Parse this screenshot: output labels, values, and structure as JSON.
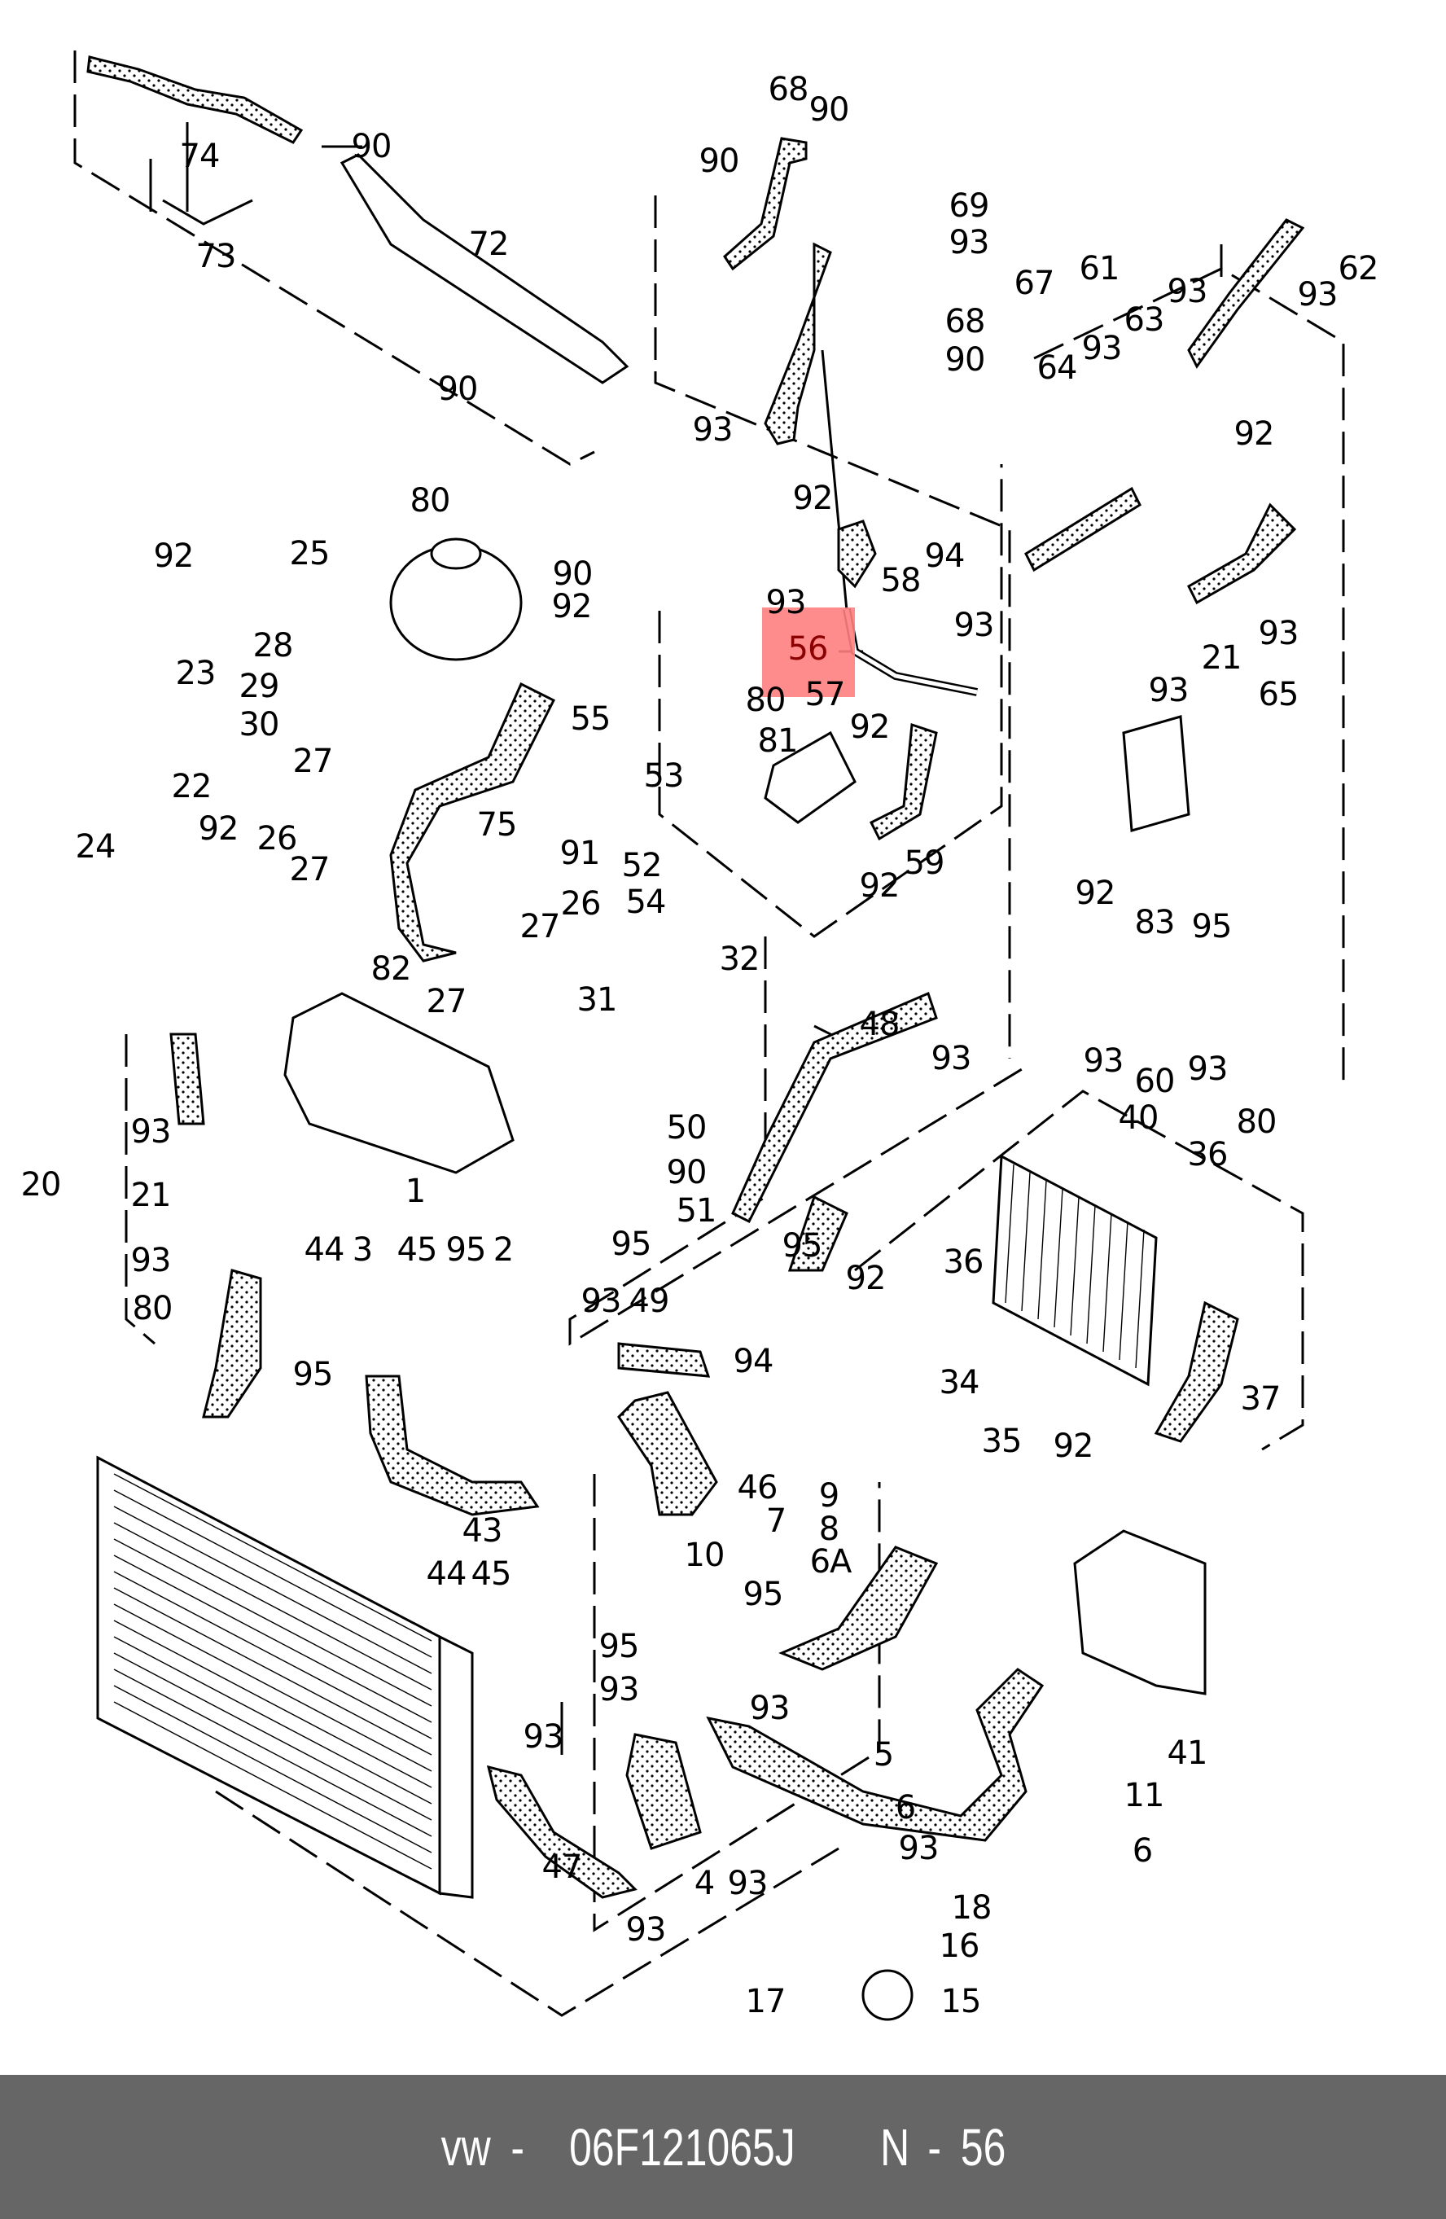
{
  "highlight": {
    "callout": "56",
    "color": "#ff7f7f"
  },
  "footer": {
    "brand": "vw",
    "dash1": "-",
    "part_number": "06F121065J",
    "ref_prefix": "N",
    "dash2": "-",
    "ref_number": "56",
    "background": "#666666",
    "text_color": "#ffffff"
  },
  "callouts": [
    {
      "id": "c90a",
      "text": "90"
    },
    {
      "id": "c74",
      "text": "74"
    },
    {
      "id": "c73",
      "text": "73"
    },
    {
      "id": "c72",
      "text": "72"
    },
    {
      "id": "c90b",
      "text": "90"
    },
    {
      "id": "c68a",
      "text": "68"
    },
    {
      "id": "c90c",
      "text": "90"
    },
    {
      "id": "c90d",
      "text": "90"
    },
    {
      "id": "c69",
      "text": "69"
    },
    {
      "id": "c93a",
      "text": "93"
    },
    {
      "id": "c67",
      "text": "67"
    },
    {
      "id": "c68b",
      "text": "68"
    },
    {
      "id": "c90e",
      "text": "90"
    },
    {
      "id": "c93b",
      "text": "93"
    },
    {
      "id": "c92a",
      "text": "92"
    },
    {
      "id": "c61",
      "text": "61"
    },
    {
      "id": "c62",
      "text": "62"
    },
    {
      "id": "c93c",
      "text": "93"
    },
    {
      "id": "c93d",
      "text": "93"
    },
    {
      "id": "c63",
      "text": "63"
    },
    {
      "id": "c93e",
      "text": "93"
    },
    {
      "id": "c64",
      "text": "64"
    },
    {
      "id": "c92b",
      "text": "92"
    },
    {
      "id": "c80a",
      "text": "80"
    },
    {
      "id": "c90f",
      "text": "90"
    },
    {
      "id": "c92c",
      "text": "92"
    },
    {
      "id": "c25",
      "text": "25"
    },
    {
      "id": "c94a",
      "text": "94"
    },
    {
      "id": "c58",
      "text": "58"
    },
    {
      "id": "c93f",
      "text": "93"
    },
    {
      "id": "c93g",
      "text": "93"
    },
    {
      "id": "c56",
      "text": "56"
    },
    {
      "id": "c57",
      "text": "57"
    },
    {
      "id": "c21a",
      "text": "21"
    },
    {
      "id": "c93h",
      "text": "93"
    },
    {
      "id": "c93i",
      "text": "93"
    },
    {
      "id": "c65",
      "text": "65"
    },
    {
      "id": "c23",
      "text": "23"
    },
    {
      "id": "c28",
      "text": "28"
    },
    {
      "id": "c29",
      "text": "29"
    },
    {
      "id": "c30",
      "text": "30"
    },
    {
      "id": "c92d",
      "text": "92"
    },
    {
      "id": "c80b",
      "text": "80"
    },
    {
      "id": "c55",
      "text": "55"
    },
    {
      "id": "c53",
      "text": "53"
    },
    {
      "id": "c81",
      "text": "81"
    },
    {
      "id": "c92e",
      "text": "92"
    },
    {
      "id": "c22",
      "text": "22"
    },
    {
      "id": "c24",
      "text": "24"
    },
    {
      "id": "c92f",
      "text": "92"
    },
    {
      "id": "c27a",
      "text": "27"
    },
    {
      "id": "c26a",
      "text": "26"
    },
    {
      "id": "c27b",
      "text": "27"
    },
    {
      "id": "c75",
      "text": "75"
    },
    {
      "id": "c91",
      "text": "91"
    },
    {
      "id": "c52",
      "text": "52"
    },
    {
      "id": "c59",
      "text": "59"
    },
    {
      "id": "c92g",
      "text": "92"
    },
    {
      "id": "c92h",
      "text": "92"
    },
    {
      "id": "c83",
      "text": "83"
    },
    {
      "id": "c54",
      "text": "54"
    },
    {
      "id": "c27c",
      "text": "27"
    },
    {
      "id": "c26b",
      "text": "26"
    },
    {
      "id": "c82",
      "text": "82"
    },
    {
      "id": "c27d",
      "text": "27"
    },
    {
      "id": "c31",
      "text": "31"
    },
    {
      "id": "c32",
      "text": "32"
    },
    {
      "id": "c95a",
      "text": "95"
    },
    {
      "id": "c93j",
      "text": "93"
    },
    {
      "id": "c60",
      "text": "60"
    },
    {
      "id": "c93k",
      "text": "93"
    },
    {
      "id": "c80c",
      "text": "80"
    },
    {
      "id": "c48",
      "text": "48"
    },
    {
      "id": "c93l",
      "text": "93"
    },
    {
      "id": "c40",
      "text": "40"
    },
    {
      "id": "c36a",
      "text": "36"
    },
    {
      "id": "c50",
      "text": "50"
    },
    {
      "id": "c90g",
      "text": "90"
    },
    {
      "id": "c51",
      "text": "51"
    },
    {
      "id": "c95b",
      "text": "95"
    },
    {
      "id": "c20",
      "text": "20"
    },
    {
      "id": "c21b",
      "text": "21"
    },
    {
      "id": "c93m",
      "text": "93"
    },
    {
      "id": "c93n",
      "text": "93"
    },
    {
      "id": "c1",
      "text": "1"
    },
    {
      "id": "c44a",
      "text": "44"
    },
    {
      "id": "c3",
      "text": "3"
    },
    {
      "id": "c45a",
      "text": "45"
    },
    {
      "id": "c95c",
      "text": "95"
    },
    {
      "id": "c2",
      "text": "2"
    },
    {
      "id": "c95d",
      "text": "95"
    },
    {
      "id": "c93o",
      "text": "93"
    },
    {
      "id": "c49",
      "text": "49"
    },
    {
      "id": "c94b",
      "text": "94"
    },
    {
      "id": "c92i",
      "text": "92"
    },
    {
      "id": "c36b",
      "text": "36"
    },
    {
      "id": "c95e",
      "text": "95"
    },
    {
      "id": "c34",
      "text": "34"
    },
    {
      "id": "c35",
      "text": "35"
    },
    {
      "id": "c92j",
      "text": "92"
    },
    {
      "id": "c37",
      "text": "37"
    },
    {
      "id": "c80d",
      "text": "80"
    },
    {
      "id": "c46",
      "text": "46"
    },
    {
      "id": "c9",
      "text": "9"
    },
    {
      "id": "c7",
      "text": "7"
    },
    {
      "id": "c8",
      "text": "8"
    },
    {
      "id": "c6A",
      "text": "6A"
    },
    {
      "id": "c43",
      "text": "43"
    },
    {
      "id": "c44b",
      "text": "44"
    },
    {
      "id": "c45b",
      "text": "45"
    },
    {
      "id": "c10",
      "text": "10"
    },
    {
      "id": "c95f",
      "text": "95"
    },
    {
      "id": "c95g",
      "text": "95"
    },
    {
      "id": "c93p",
      "text": "93"
    },
    {
      "id": "c93q",
      "text": "93"
    },
    {
      "id": "c93r",
      "text": "93"
    },
    {
      "id": "c41",
      "text": "41"
    },
    {
      "id": "c5",
      "text": "5"
    },
    {
      "id": "c6a",
      "text": "6"
    },
    {
      "id": "c11",
      "text": "11"
    },
    {
      "id": "c6b",
      "text": "6"
    },
    {
      "id": "c47",
      "text": "47"
    },
    {
      "id": "c4",
      "text": "4"
    },
    {
      "id": "c93s",
      "text": "93"
    },
    {
      "id": "c93t",
      "text": "93"
    },
    {
      "id": "c93u",
      "text": "93"
    },
    {
      "id": "c18",
      "text": "18"
    },
    {
      "id": "c16",
      "text": "16"
    },
    {
      "id": "c17",
      "text": "17"
    },
    {
      "id": "c15",
      "text": "15"
    }
  ]
}
